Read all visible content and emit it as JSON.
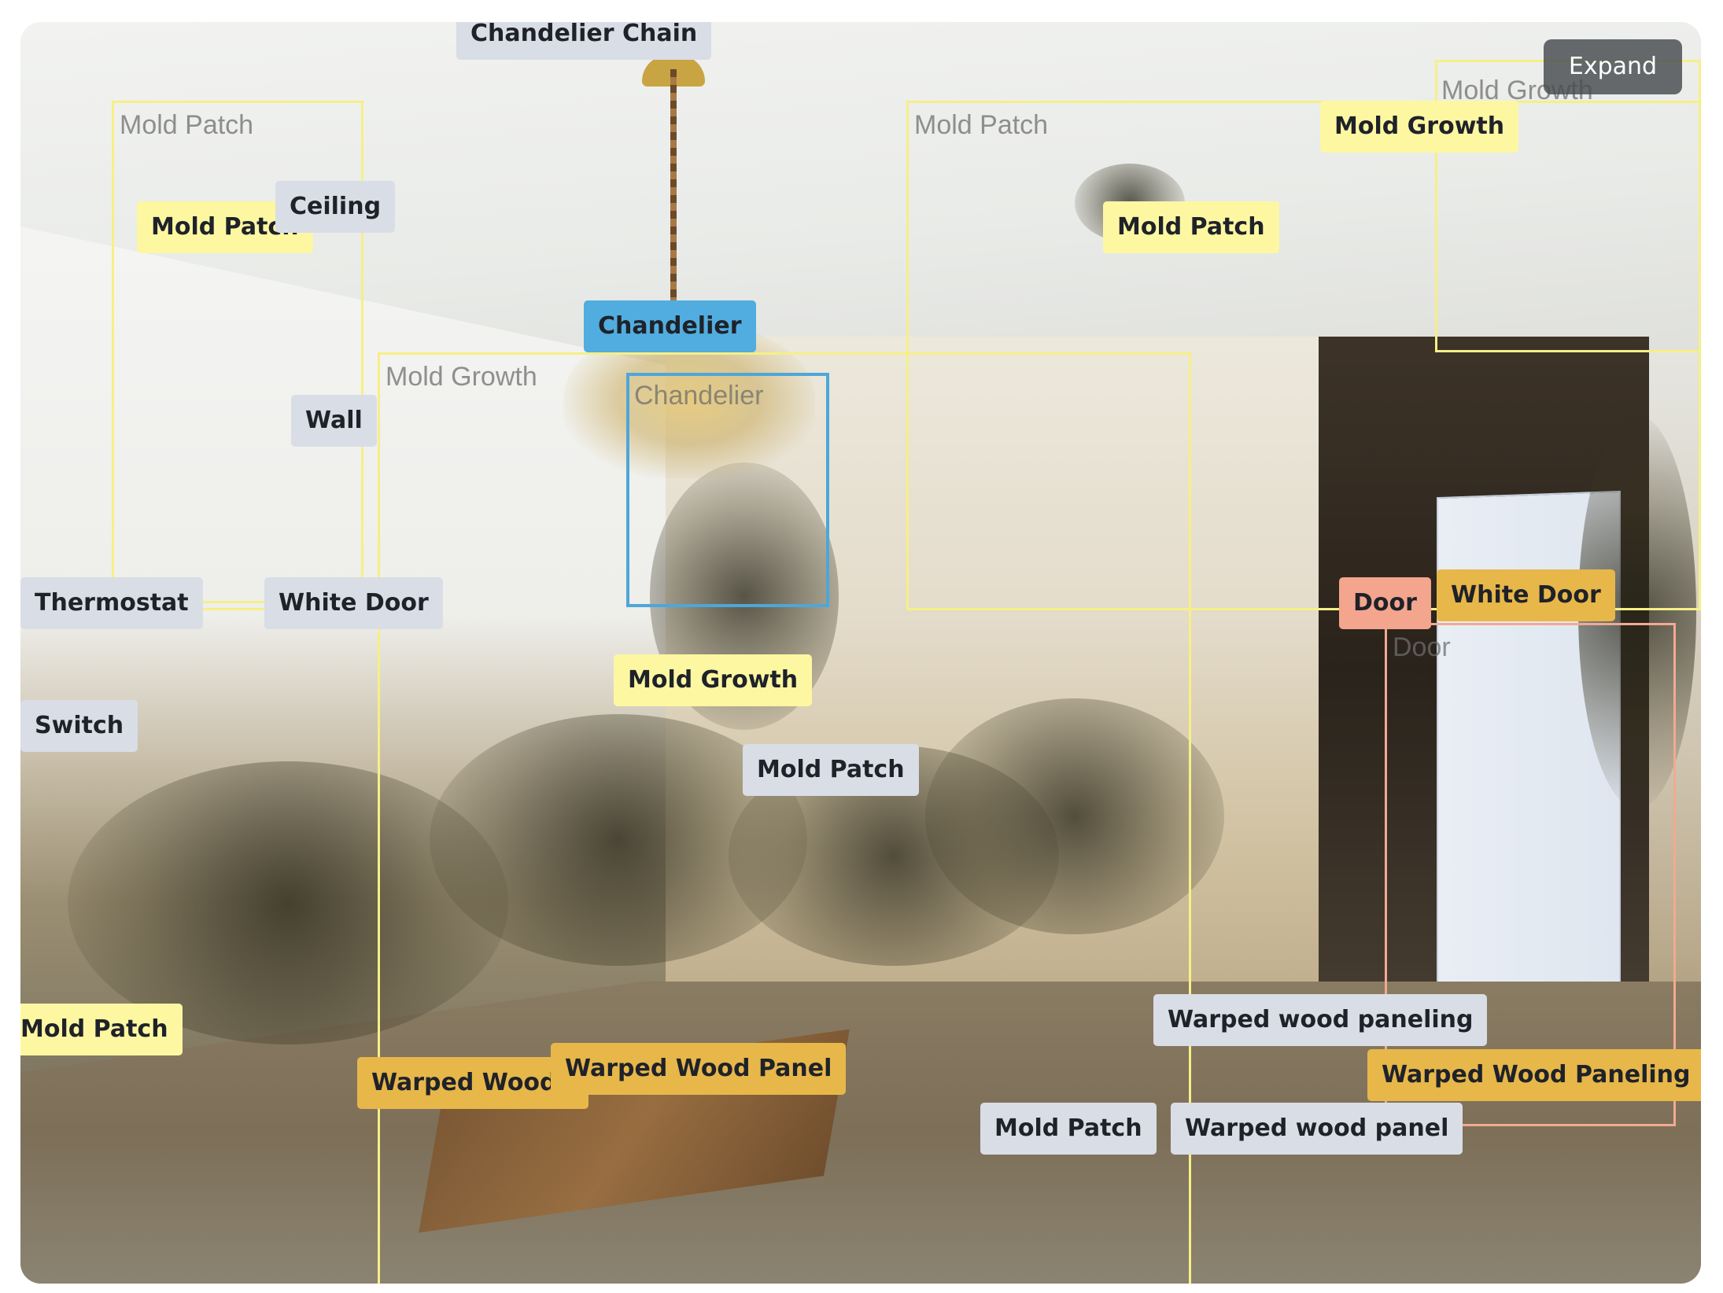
{
  "viewer": {
    "expand_label": "Expand"
  },
  "ghost_labels": {
    "mold_patch_left": "Mold Patch",
    "mold_patch_right": "Mold Patch",
    "mold_growth_top_right": "Mold Growth",
    "mold_growth_center": "Mold Growth",
    "chandelier": "Chandelier",
    "door": "Door"
  },
  "tags": {
    "chandelier_chain": "Chandelier Chain",
    "mold_patch_top_left": "Mold Patch",
    "ceiling": "Ceiling",
    "chandelier": "Chandelier",
    "wall": "Wall",
    "mold_growth_top_right": "Mold Growth",
    "mold_patch_ceiling_right": "Mold Patch",
    "thermostat": "Thermostat",
    "white_door_left": "White Door",
    "door": "Door",
    "white_door_right": "White Door",
    "mold_growth_center": "Mold Growth",
    "switch": "Switch",
    "mold_patch_center": "Mold Patch",
    "mold_patch_bottom_left": "Mold Patch",
    "warped_wood_paneling_lower": "Warped wood paneling",
    "warped_wood_paneling_upper": "Warped Wood Paneling",
    "warped_wood_panel_left": "Warped Wood P",
    "warped_wood_panel_center": "Warped Wood Panel",
    "mold_patch_bottom": "Mold Patch",
    "warped_wood_panel_lower": "Warped wood panel"
  },
  "colors": {
    "yellow_box": "#f6ef86",
    "blue_box": "#4ea6d8",
    "salmon_box": "#f2a993",
    "tag_yellow": "#fdf7a2",
    "tag_gray": "#d9dde6",
    "tag_blue": "#51addf",
    "tag_gold": "#e7b74a",
    "tag_salmon": "#f3a58e"
  }
}
